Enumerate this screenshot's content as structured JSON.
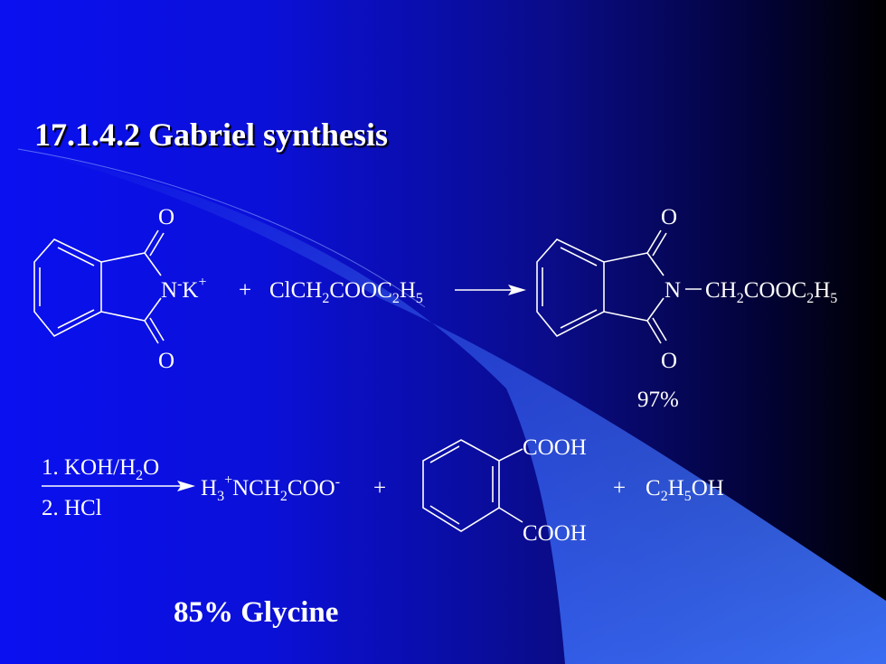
{
  "slide": {
    "title": "17.1.4.2 Gabriel synthesis",
    "footer": "85% Glycine"
  },
  "reaction1": {
    "carbonyl_top": "O",
    "carbonyl_bottom": "O",
    "salt_n": "N",
    "salt_minus": "-",
    "salt_k": "K",
    "salt_plus": "+",
    "plus": "+",
    "reagent": [
      "ClCH",
      "2",
      "COOC",
      "2",
      "H",
      "5"
    ],
    "product_n": "N",
    "product_substituent": [
      "CH",
      "2",
      "COOC",
      "2",
      "H",
      "5"
    ],
    "yield": "97%"
  },
  "reaction2": {
    "condition1": [
      "1. KOH/H",
      "2",
      "O"
    ],
    "condition2": "2. HCl",
    "glycine": [
      "H",
      "3",
      "+",
      "NCH",
      "2",
      "COO",
      "-"
    ],
    "plus1": "+",
    "acid_top": "COOH",
    "acid_bottom": "COOH",
    "plus2": "+",
    "ethanol": [
      "C",
      "2",
      "H",
      "5",
      "OH"
    ]
  }
}
